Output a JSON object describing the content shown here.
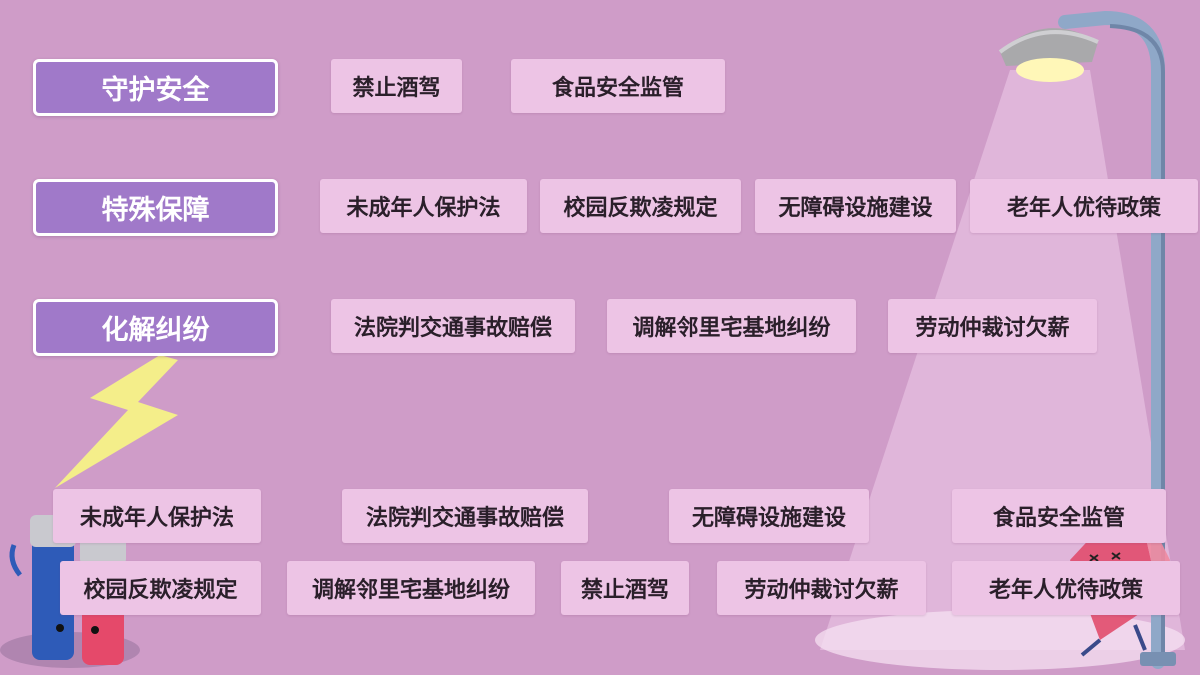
{
  "categories": [
    {
      "label": "守护安全",
      "items": [
        "禁止酒驾",
        "食品安全监管"
      ]
    },
    {
      "label": "特殊保障",
      "items": [
        "未成年人保护法",
        "校园反欺凌规定",
        "无障碍设施建设",
        "老年人优待政策"
      ]
    },
    {
      "label": "化解纠纷",
      "items": [
        "法院判交通事故赔偿",
        "调解邻里宅基地纠纷",
        "劳动仲裁讨欠薪"
      ]
    }
  ],
  "options": {
    "row1": [
      "未成年人保护法",
      "法院判交通事故赔偿",
      "无障碍设施建设",
      "食品安全监管"
    ],
    "row2": [
      "校园反欺凌规定",
      "调解邻里宅基地纠纷",
      "禁止酒驾",
      "劳动仲裁讨欠薪",
      "老年人优待政策"
    ]
  },
  "colors": {
    "background": "#cf9cc8",
    "category_fill": "#a079c9",
    "tag_fill": "#edc4e5",
    "lamp_pole": "#8fa8c8",
    "lightning": "#f4ee8a"
  },
  "icons": [
    "street-lamp-icon",
    "lightning-bolt-icon",
    "magnet-character-icon",
    "crystal-character-icon"
  ]
}
